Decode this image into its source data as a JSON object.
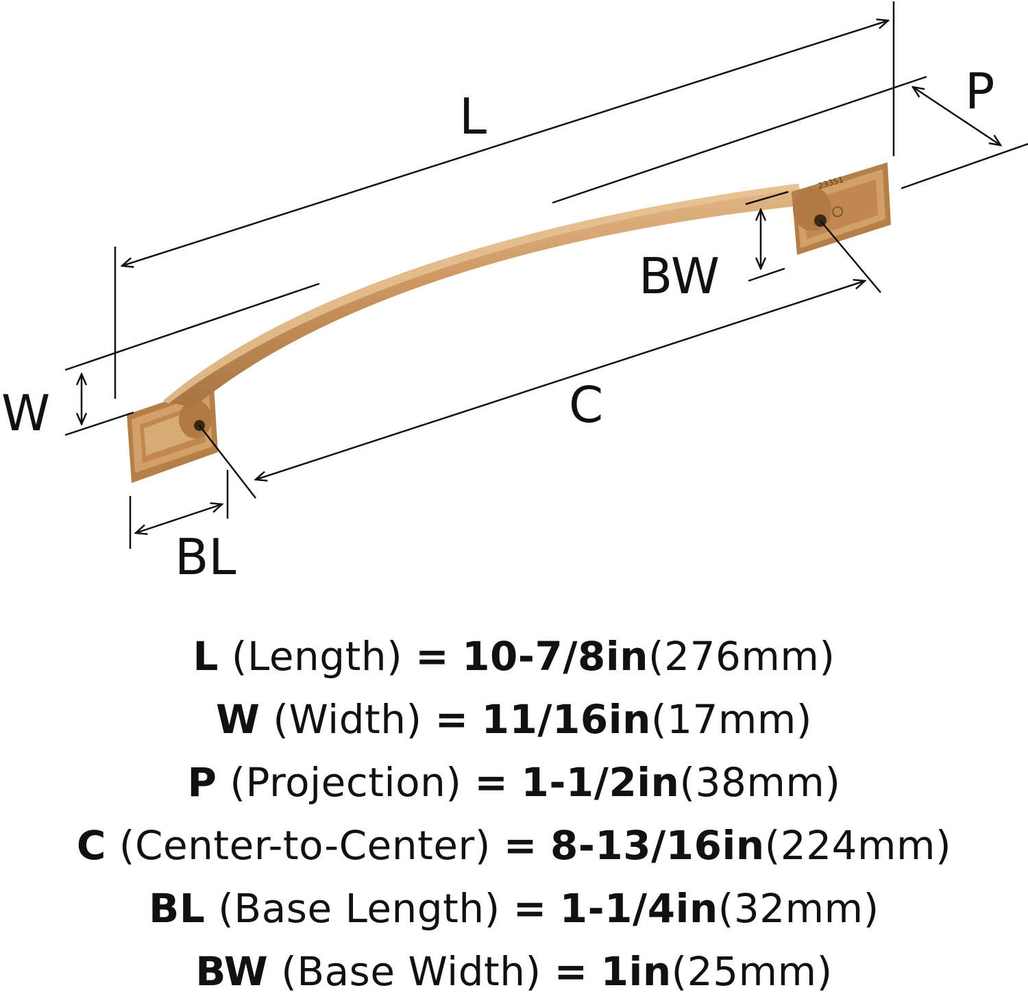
{
  "diagram": {
    "labels": {
      "L": "L",
      "P": "P",
      "BW": "BW",
      "W": "W",
      "C": "C",
      "BL": "BL"
    },
    "hardware_stamp": "23351",
    "colors": {
      "finish": "#c8935a",
      "finish_dark": "#a97440",
      "finish_light": "#dcae78",
      "line": "#111111"
    }
  },
  "specs": [
    {
      "key": "L",
      "name": "(Length)",
      "eq": "=",
      "imperial": "10-7/8in",
      "metric": "(276mm)"
    },
    {
      "key": "W",
      "name": "(Width)",
      "eq": "=",
      "imperial": "11/16in",
      "metric": "(17mm)"
    },
    {
      "key": "P",
      "name": "(Projection)",
      "eq": "=",
      "imperial": "1-1/2in",
      "metric": "(38mm)"
    },
    {
      "key": "C",
      "name": "(Center-to-Center)",
      "eq": "=",
      "imperial": "8-13/16in",
      "metric": "(224mm)"
    },
    {
      "key": "BL",
      "name": "(Base Length)",
      "eq": "=",
      "imperial": "1-1/4in",
      "metric": "(32mm)"
    },
    {
      "key": "BW",
      "name": "(Base Width)",
      "eq": "=",
      "imperial": "1in",
      "metric": "(25mm)"
    }
  ]
}
